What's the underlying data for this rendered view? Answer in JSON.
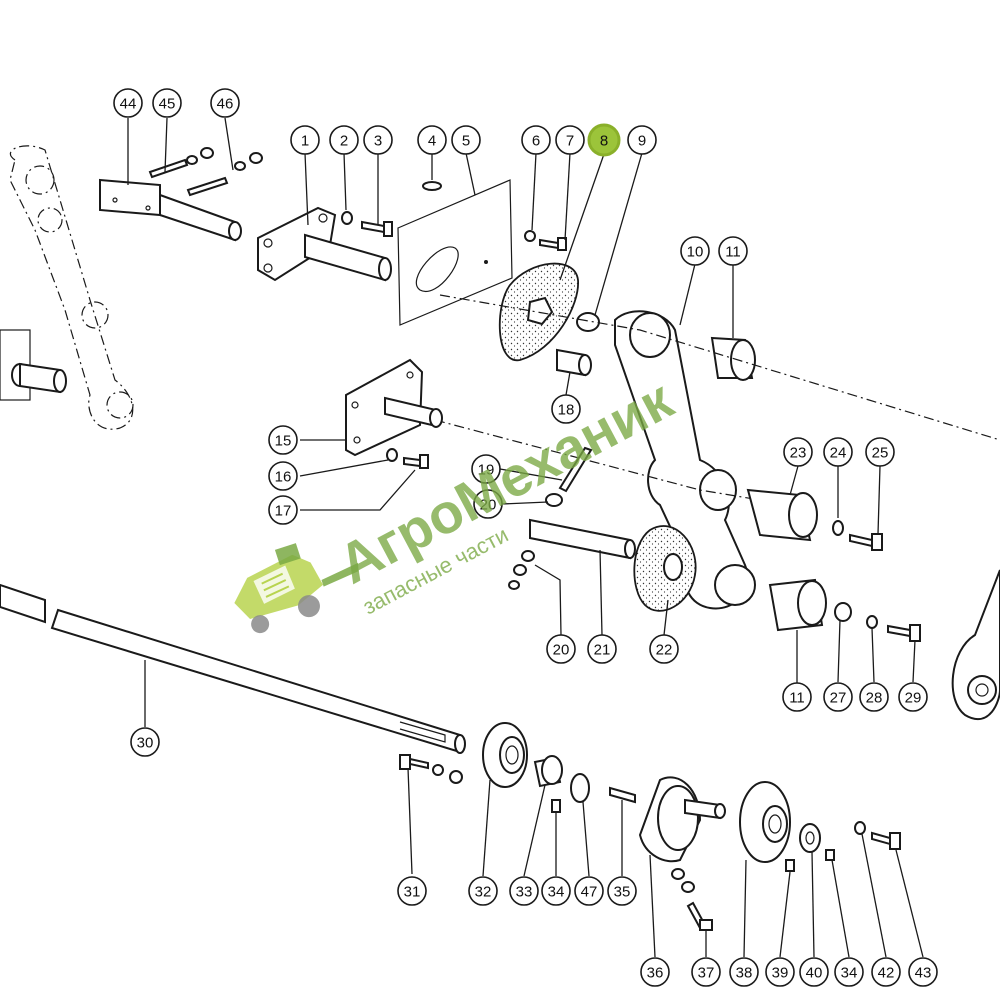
{
  "highlight_color": "#9cc43a",
  "watermark": {
    "title": "АгроМеханик",
    "subtitle": "запасные части",
    "logo_icon": "combine-harvester-icon",
    "color": "#7aa944"
  },
  "callouts": [
    {
      "id": "44",
      "label": "44"
    },
    {
      "id": "45",
      "label": "45"
    },
    {
      "id": "46",
      "label": "46"
    },
    {
      "id": "1",
      "label": "1"
    },
    {
      "id": "2",
      "label": "2"
    },
    {
      "id": "3",
      "label": "3"
    },
    {
      "id": "4",
      "label": "4"
    },
    {
      "id": "5",
      "label": "5"
    },
    {
      "id": "6",
      "label": "6"
    },
    {
      "id": "7",
      "label": "7"
    },
    {
      "id": "8",
      "label": "8",
      "highlighted": true
    },
    {
      "id": "9",
      "label": "9"
    },
    {
      "id": "10",
      "label": "10"
    },
    {
      "id": "11a",
      "label": "11"
    },
    {
      "id": "18",
      "label": "18"
    },
    {
      "id": "15",
      "label": "15"
    },
    {
      "id": "16",
      "label": "16"
    },
    {
      "id": "17",
      "label": "17"
    },
    {
      "id": "19",
      "label": "19"
    },
    {
      "id": "20a",
      "label": "20"
    },
    {
      "id": "23",
      "label": "23"
    },
    {
      "id": "24",
      "label": "24"
    },
    {
      "id": "25",
      "label": "25"
    },
    {
      "id": "20b",
      "label": "20"
    },
    {
      "id": "21",
      "label": "21"
    },
    {
      "id": "22",
      "label": "22"
    },
    {
      "id": "11b",
      "label": "11"
    },
    {
      "id": "27",
      "label": "27"
    },
    {
      "id": "28",
      "label": "28"
    },
    {
      "id": "29",
      "label": "29"
    },
    {
      "id": "30",
      "label": "30"
    },
    {
      "id": "31",
      "label": "31"
    },
    {
      "id": "32",
      "label": "32"
    },
    {
      "id": "33",
      "label": "33"
    },
    {
      "id": "34a",
      "label": "34"
    },
    {
      "id": "47",
      "label": "47"
    },
    {
      "id": "35",
      "label": "35"
    },
    {
      "id": "36",
      "label": "36"
    },
    {
      "id": "37",
      "label": "37"
    },
    {
      "id": "38",
      "label": "38"
    },
    {
      "id": "39",
      "label": "39"
    },
    {
      "id": "40",
      "label": "40"
    },
    {
      "id": "34b",
      "label": "34"
    },
    {
      "id": "42",
      "label": "42"
    },
    {
      "id": "43",
      "label": "43"
    }
  ]
}
